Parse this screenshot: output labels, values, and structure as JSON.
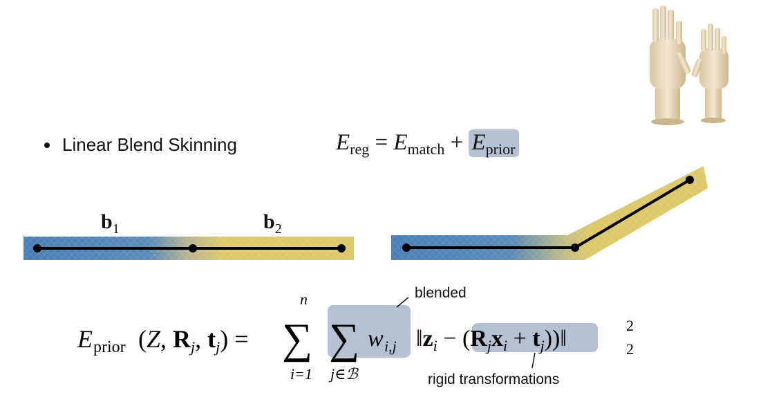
{
  "bullet": {
    "text": "Linear Blend Skinning"
  },
  "energy_top": {
    "lhs": "E",
    "lhs_sub": "reg",
    "equals": "=",
    "term1": "E",
    "term1_sub": "match",
    "plus": "+",
    "term2": "E",
    "term2_sub": "prior"
  },
  "bones": {
    "b1": "b",
    "b1_sub": "1",
    "b2": "b",
    "b2_sub": "2"
  },
  "formula": {
    "lhs": "E",
    "lhs_sub": "prior",
    "args": "(Z, R",
    "sum_outer_top": "n",
    "sum_outer_bottom": "i=1",
    "sum_inner_bottom": "j∈ℬ",
    "weight": "w",
    "weight_sub": "i,j",
    "norm_exponent": "2",
    "norm_sub": "2"
  },
  "annotations": {
    "blended": "blended",
    "rigid": "rigid transformations"
  },
  "colors": {
    "blue": "#4a80b6",
    "yellow": "#dcc86a",
    "highlight": "#b6c2d2",
    "bone": "#000000"
  },
  "image": {
    "subject": "wooden-hand-models"
  }
}
